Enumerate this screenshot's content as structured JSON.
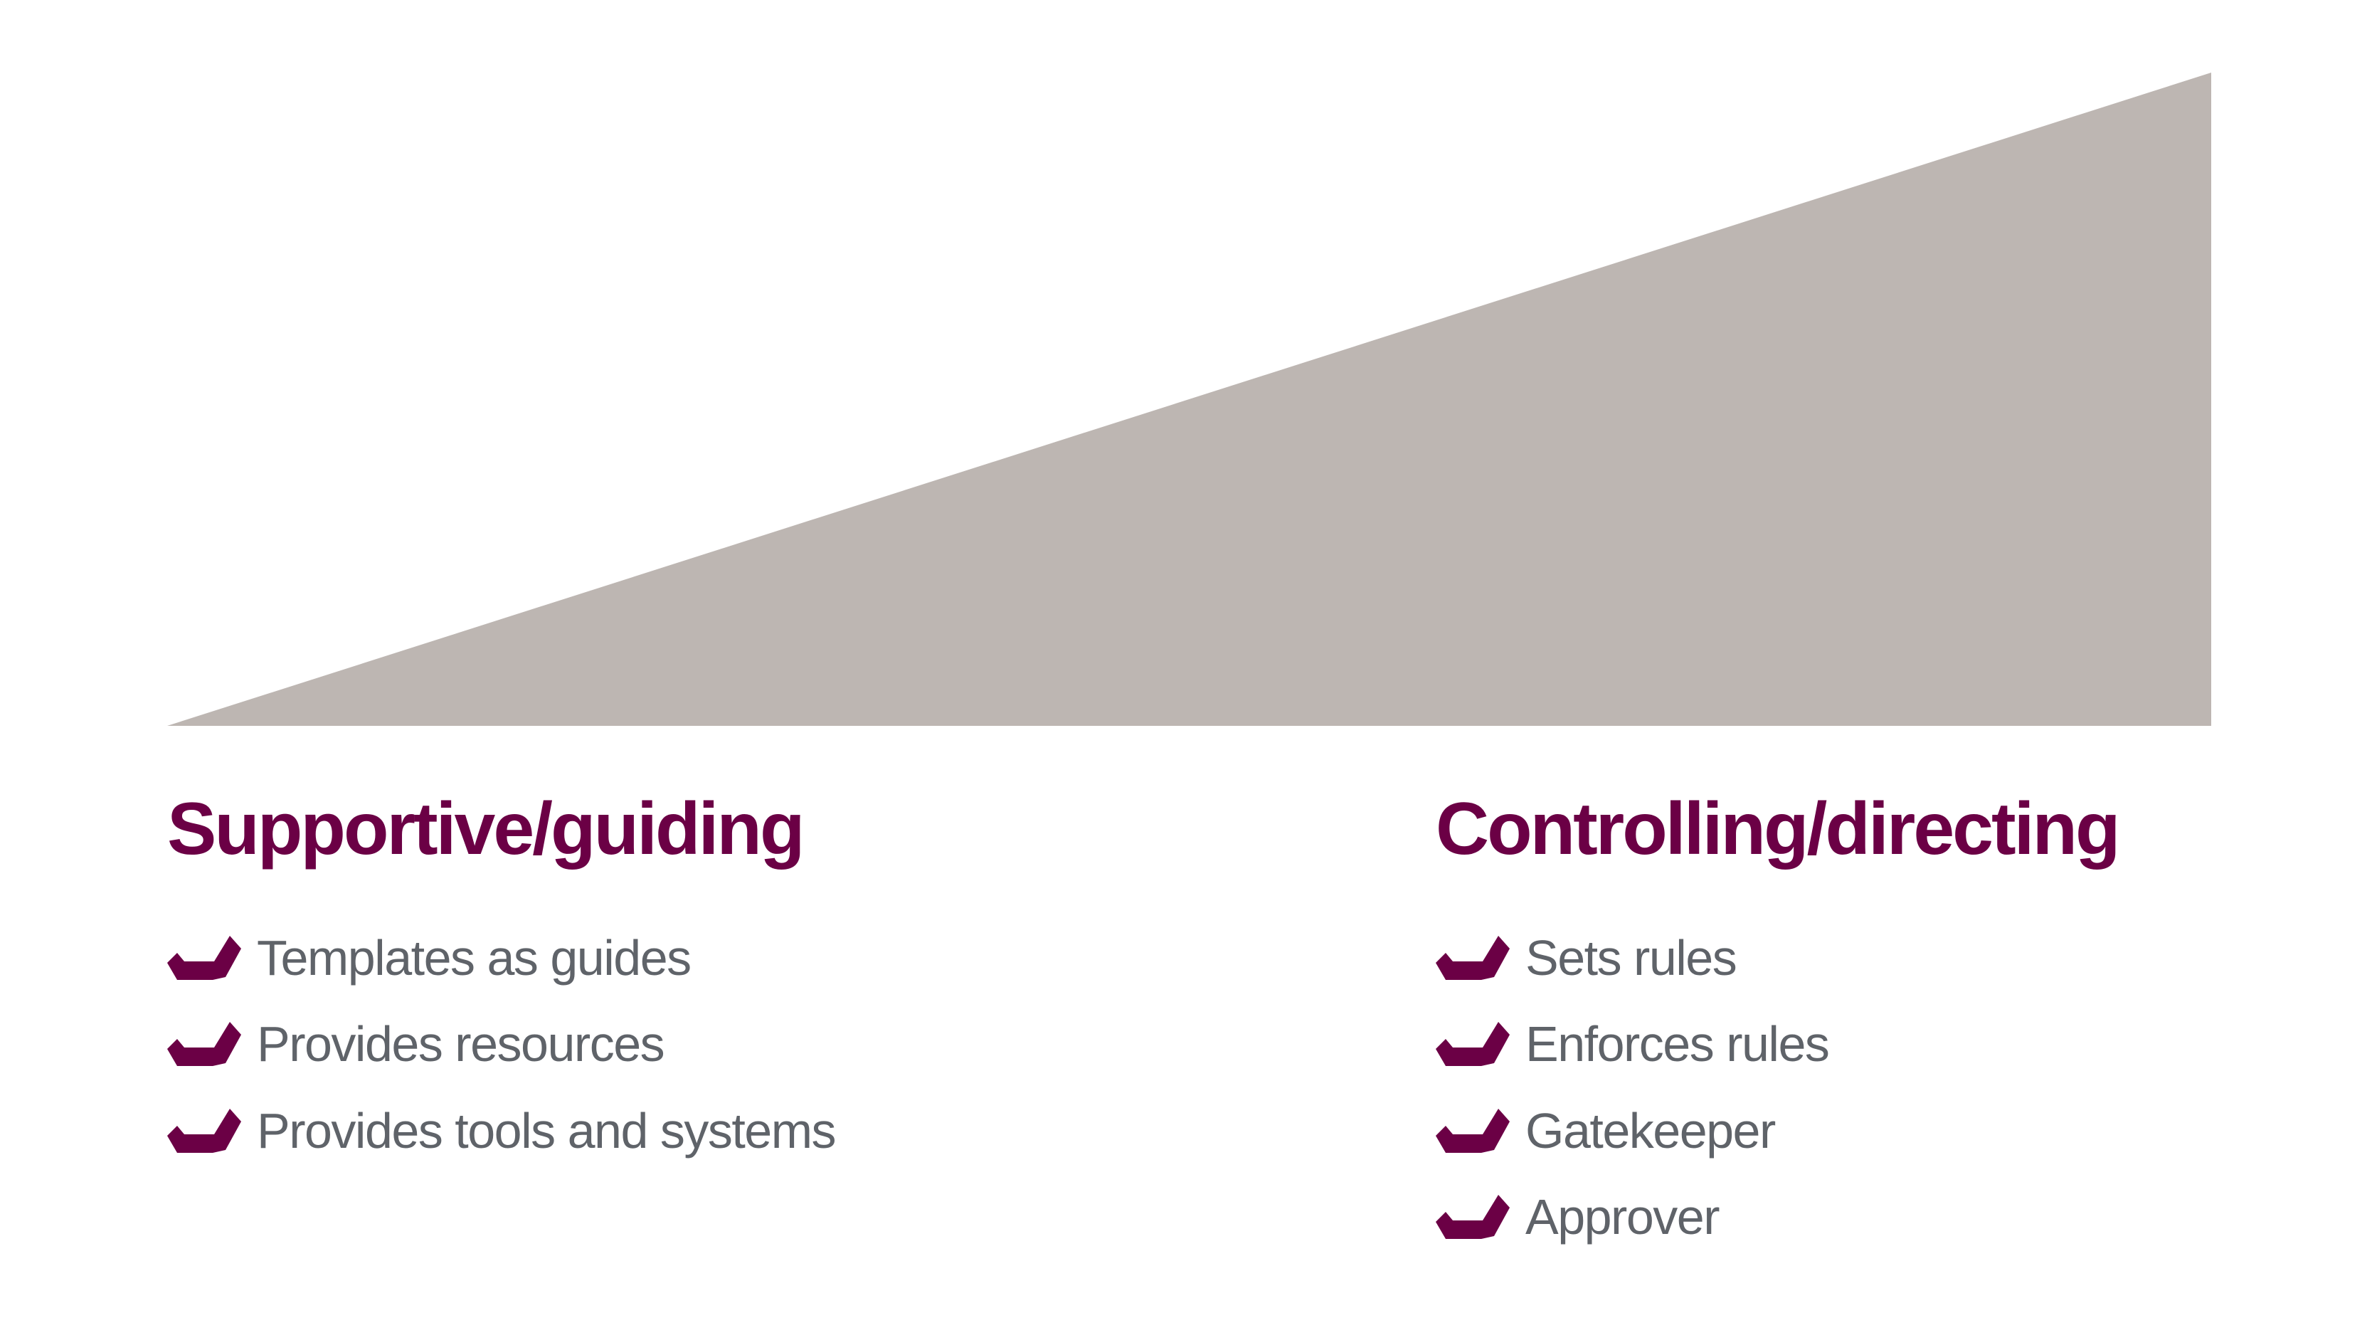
{
  "colors": {
    "wedge": "#bdb6b2",
    "accent": "#6b0045",
    "text": "#5f6369"
  },
  "left": {
    "heading": "Supportive/guiding",
    "items": [
      "Templates as guides",
      "Provides resources",
      "Provides tools and systems"
    ]
  },
  "right": {
    "heading": "Controlling/directing",
    "items": [
      "Sets rules",
      "Enforces rules",
      "Gatekeeper",
      "Approver"
    ]
  }
}
